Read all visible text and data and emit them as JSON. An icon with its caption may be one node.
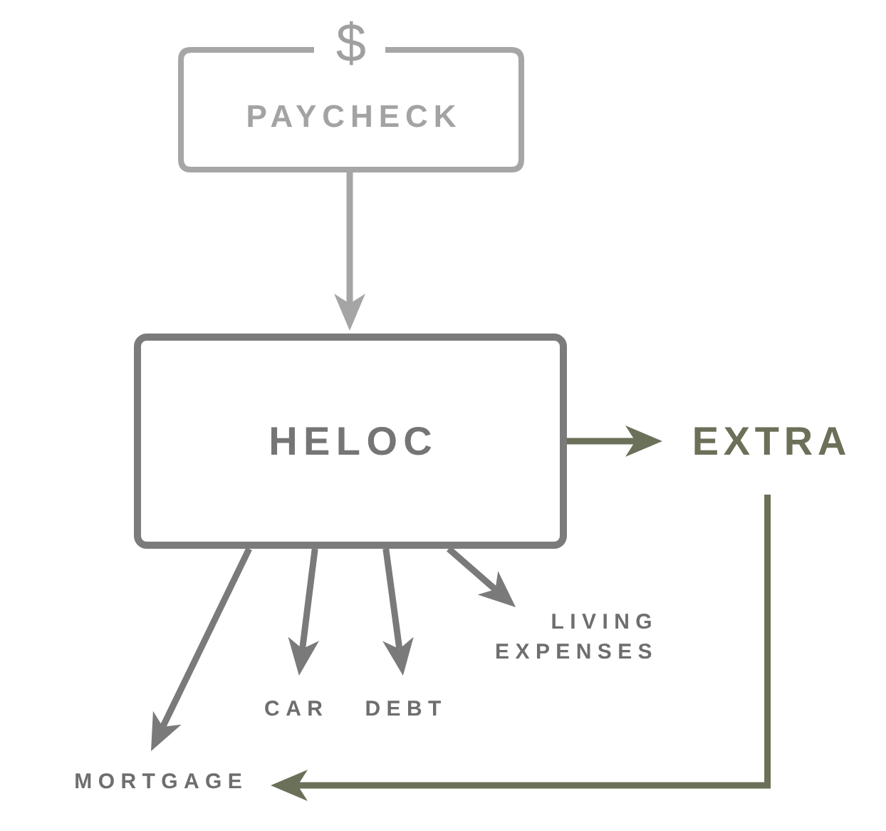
{
  "diagram": {
    "nodes": [
      {
        "text": [
          "$",
          "PAYCHECK"
        ]
      },
      {
        "text": [
          "HELOC"
        ]
      },
      {
        "text": [
          "EXTRA"
        ]
      },
      {
        "text": [
          "MORTGAGE"
        ]
      },
      {
        "text": [
          "CAR"
        ]
      },
      {
        "text": [
          "DEBT"
        ]
      },
      {
        "text": [
          "LIVING EXPENSES"
        ]
      }
    ],
    "edges": [
      {
        "from": 0,
        "to": 1,
        "arrow": "to",
        "color": "#a5a5a5"
      },
      {
        "from": 1,
        "to": 2,
        "arrow": "to",
        "color": "#6b7159"
      },
      {
        "from": 1,
        "to": 3,
        "arrow": "to"
      },
      {
        "from": 1,
        "to": 4,
        "arrow": "to"
      },
      {
        "from": 1,
        "to": 5,
        "arrow": "to"
      },
      {
        "from": 1,
        "to": 6,
        "arrow": "to"
      },
      {
        "from": 2,
        "to": 3,
        "arrow": "to",
        "color": "#6b7159"
      }
    ]
  }
}
